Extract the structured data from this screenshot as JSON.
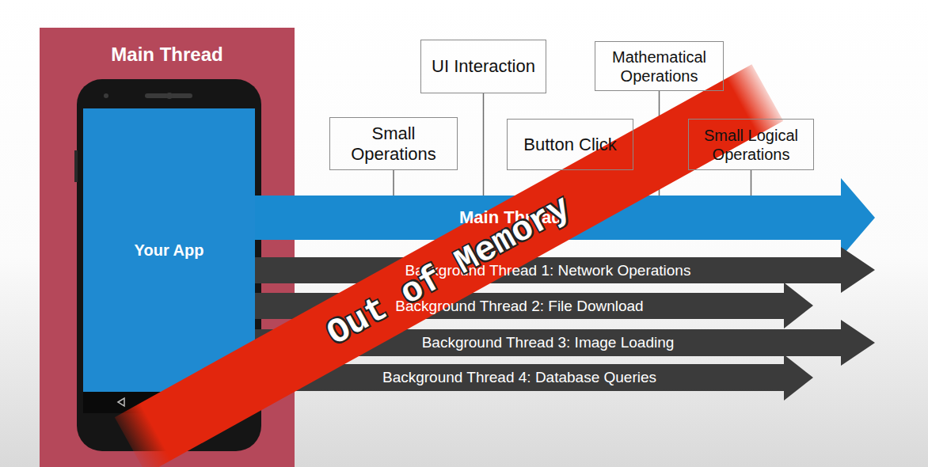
{
  "diagram": {
    "nodes": [
      {
        "text": [
          "Main Thread"
        ]
      },
      {
        "text": [
          "Your App"
        ],
        "in": 0
      },
      {
        "text": [
          "Main Thread"
        ]
      },
      {
        "text": [
          "Small Operations"
        ]
      },
      {
        "text": [
          "UI Interaction"
        ]
      },
      {
        "text": [
          "Button Click"
        ]
      },
      {
        "text": [
          "Mathematical Operations"
        ]
      },
      {
        "text": [
          "Small Logical Operations"
        ]
      },
      {
        "text": [
          "Background Thread 1: Network Operations"
        ]
      },
      {
        "text": [
          "Background Thread 2: File Download"
        ]
      },
      {
        "text": [
          "Background Thread 3: Image Loading"
        ]
      },
      {
        "text": [
          "Background Thread 4: Database Queries"
        ]
      }
    ],
    "edges": [
      {
        "from": 3,
        "to": 2,
        "arrow": "none"
      },
      {
        "from": 4,
        "to": 2,
        "arrow": "none"
      },
      {
        "from": 5,
        "to": 2,
        "arrow": "none"
      },
      {
        "from": 6,
        "to": 2,
        "arrow": "none"
      },
      {
        "from": 7,
        "to": 2,
        "arrow": "none"
      }
    ],
    "labels": [
      "Out of Memory"
    ]
  }
}
